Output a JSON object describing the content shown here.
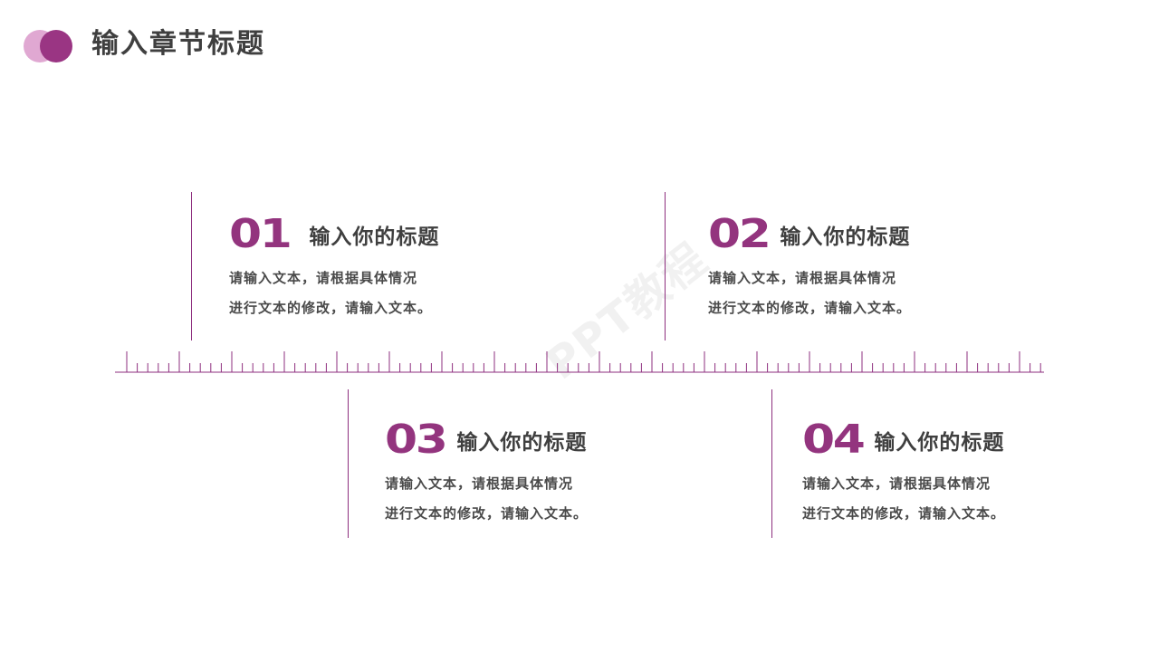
{
  "header": {
    "title": "输入章节标题",
    "accent_colors": [
      "#e0a8d2",
      "#9a3583"
    ]
  },
  "watermark": {
    "text": "PPT教程"
  },
  "timeline": {
    "line_color": "#8e2f7f"
  },
  "items": [
    {
      "number": "01",
      "title": "输入你的标题",
      "line1": "请输入文本，请根据具体情况",
      "line2": "进行文本的修改，请输入文本。"
    },
    {
      "number": "02",
      "title": "输入你的标题",
      "line1": "请输入文本，请根据具体情况",
      "line2": "进行文本的修改，请输入文本。"
    },
    {
      "number": "03",
      "title": "输入你的标题",
      "line1": "请输入文本，请根据具体情况",
      "line2": "进行文本的修改，请输入文本。"
    },
    {
      "number": "04",
      "title": "输入你的标题",
      "line1": "请输入文本，请根据具体情况",
      "line2": "进行文本的修改，请输入文本。"
    }
  ]
}
